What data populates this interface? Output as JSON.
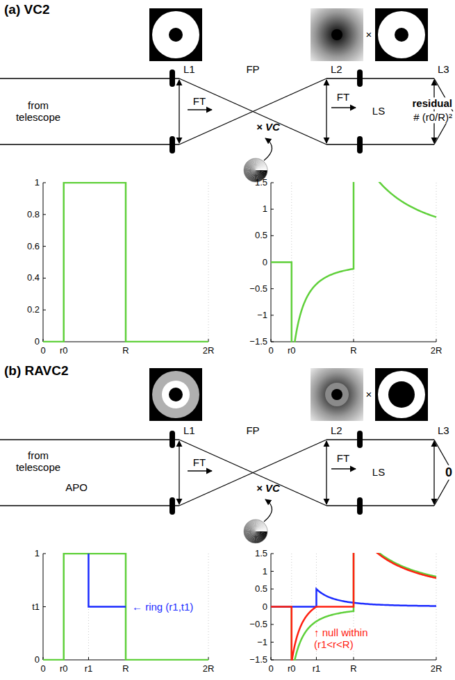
{
  "diagram": {
    "labels": [
      "(a) VC2",
      "×",
      "L1",
      "L2",
      "L3",
      "from telescope",
      "FT",
      "FP",
      "FT",
      "LS",
      "residual",
      "# (r0/R)²",
      "× VC",
      "1",
      "0.8",
      "0.6",
      "0.4",
      "0.2",
      "0",
      "0",
      "r0",
      "R",
      "2R",
      "1.5",
      "1",
      "0.5",
      "0",
      "−0.5",
      "−1",
      "−1.5",
      "0",
      "r0",
      "R",
      "2R",
      "(b) RAVC2",
      "×",
      "L1",
      "L2",
      "L3",
      "from telescope",
      "APO",
      "FT",
      "FP",
      "FT",
      "LS",
      "0",
      "× VC",
      "1",
      "t1",
      "0",
      "0",
      "r0",
      "r1",
      "R",
      "2R",
      "← ring (r1,t1)",
      "1.5",
      "1",
      "0.5",
      "0",
      "−0.5",
      "−1",
      "−1.5",
      "0",
      "r0",
      "r1",
      "R",
      "2R",
      "↑ null within (r1<r<R)"
    ]
  }
}
